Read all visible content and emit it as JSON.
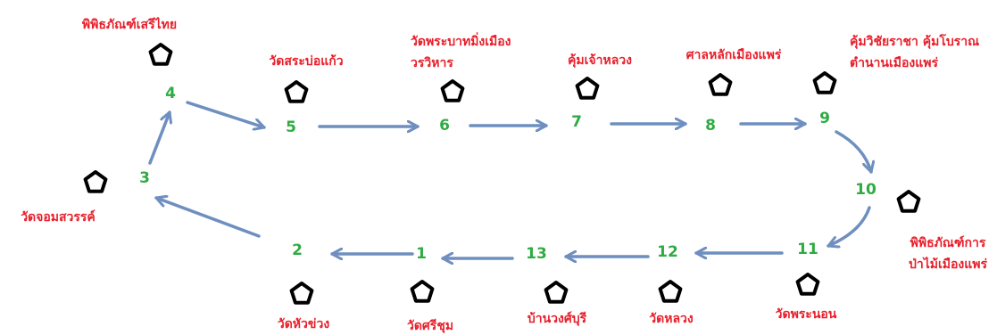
{
  "colors": {
    "number": "#2eab43",
    "label": "#e81e2a",
    "arrow": "#6e8fbf",
    "pentagon": "#000000"
  },
  "icons": {
    "marker": "pentagon-icon"
  },
  "stops": [
    {
      "n": "1",
      "label_lines": [
        "วัดศรีชุม"
      ]
    },
    {
      "n": "2",
      "label_lines": [
        "วัดหัวข่วง"
      ]
    },
    {
      "n": "3",
      "label_lines": [
        "วัดจอมสวรรค์"
      ]
    },
    {
      "n": "4",
      "label_lines": [
        "พิพิธภัณฑ์เสรีไทย"
      ]
    },
    {
      "n": "5",
      "label_lines": [
        "วัดสระบ่อแก้ว"
      ]
    },
    {
      "n": "6",
      "label_lines": [
        "วัดพระบาทมิ่งเมือง",
        "วรวิหาร"
      ]
    },
    {
      "n": "7",
      "label_lines": [
        "คุ้มเจ้าหลวง"
      ]
    },
    {
      "n": "8",
      "label_lines": [
        "ศาลหลักเมืองแพร่"
      ]
    },
    {
      "n": "9",
      "label_lines": [
        "คุ้มวิชัยราชา คุ้มโบราณ",
        "ตำนานเมืองแพร่"
      ]
    },
    {
      "n": "10",
      "label_lines": [
        "พิพิธภัณฑ์การ",
        "ป่าไม้เมืองแพร่"
      ]
    },
    {
      "n": "11",
      "label_lines": [
        "วัดพระนอน"
      ]
    },
    {
      "n": "12",
      "label_lines": [
        "วัดหลวง"
      ]
    },
    {
      "n": "13",
      "label_lines": [
        "บ้านวงศ์บุรี"
      ]
    }
  ]
}
